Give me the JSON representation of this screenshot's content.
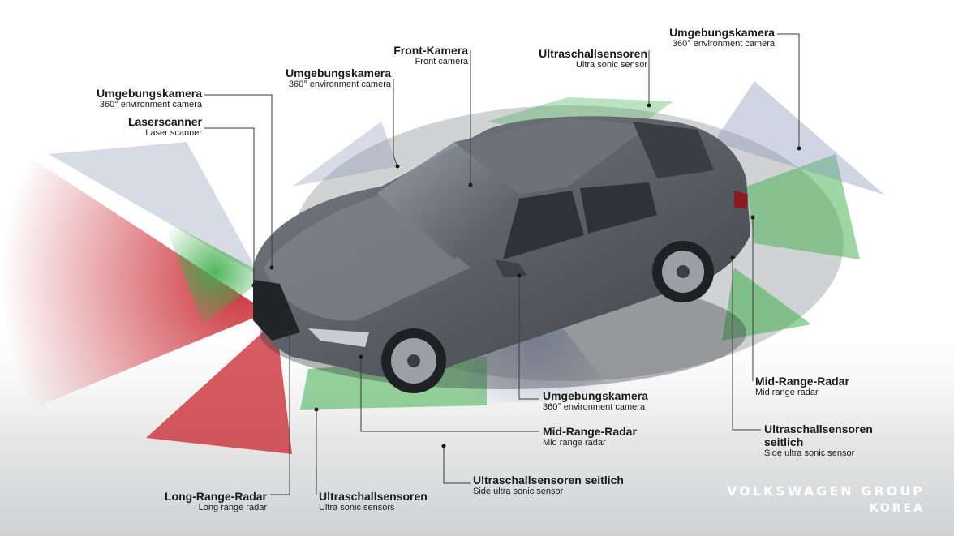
{
  "labels": {
    "env_cam_left": {
      "de": "Umgebungskamera",
      "en": "360° environment camera"
    },
    "laserscanner": {
      "de": "Laserscanner",
      "en": "Laser scanner"
    },
    "env_cam_mirror_top": {
      "de": "Umgebungskamera",
      "en": "360° environment camera"
    },
    "front_cam": {
      "de": "Front-Kamera",
      "en": "Front camera"
    },
    "ultrasonic_top": {
      "de": "Ultraschallsensoren",
      "en": "Ultra sonic sensor"
    },
    "env_cam_rear": {
      "de": "Umgebungskamera",
      "en": "360° environment camera"
    },
    "env_cam_mirror_bottom": {
      "de": "Umgebungskamera",
      "en": "360° environment camera"
    },
    "mid_radar_front": {
      "de": "Mid-Range-Radar",
      "en": "Mid range radar"
    },
    "ultrasonic_side": {
      "de": "Ultraschallsensoren seitlich",
      "en": "Side ultra sonic sensor"
    },
    "long_range_radar": {
      "de": "Long-Range-Radar",
      "en": "Long range radar"
    },
    "ultrasonic_front": {
      "de": "Ultraschallsensoren",
      "en": "Ultra sonic sensors"
    },
    "mid_radar_rear": {
      "de": "Mid-Range-Radar",
      "en": "Mid range radar"
    },
    "side_ultrasonic_rear": {
      "de": "Ultraschallsensoren seitlich",
      "en": "Side ultra sonic sensor"
    }
  },
  "brand": {
    "line1": "VOLKSWAGEN GROUP",
    "line2": "KOREA"
  },
  "colors": {
    "radar_red": "#c8262e",
    "ultrasonic_green": "#3fae4c",
    "camera_blue": "#8a97b8",
    "car_body": "#5b6066",
    "leader_line": "#3a3a3a"
  }
}
